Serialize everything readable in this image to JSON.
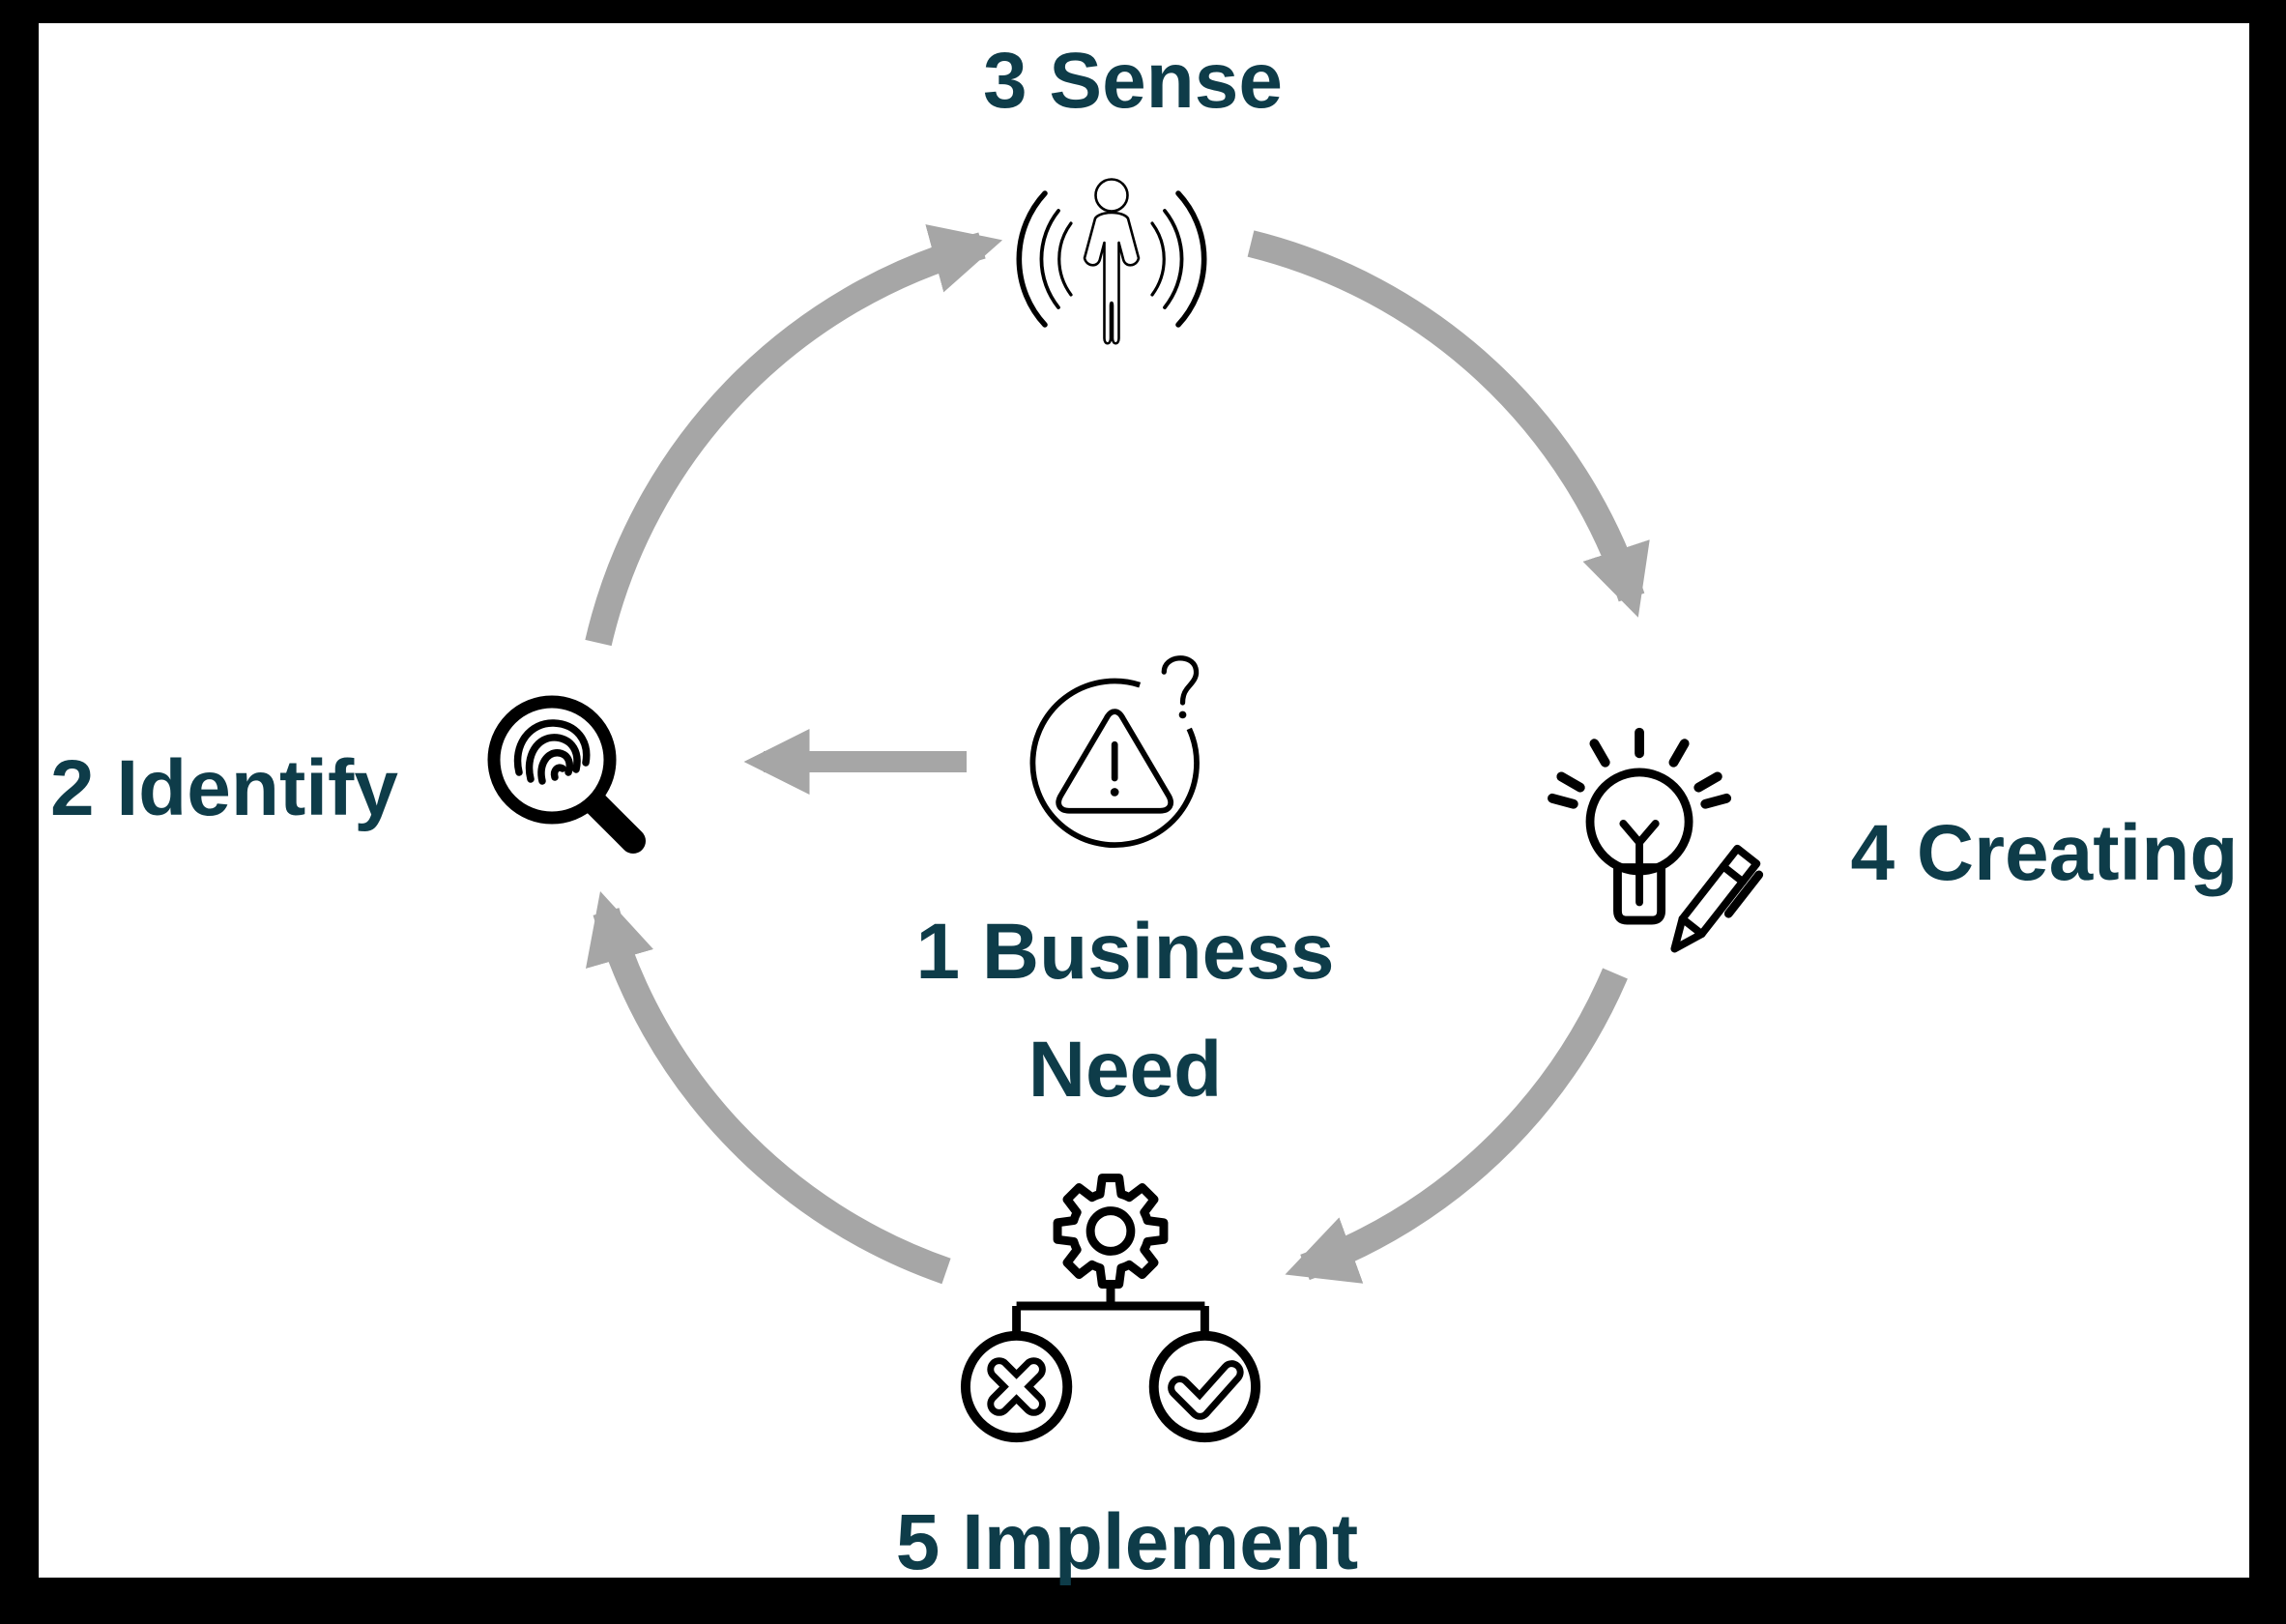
{
  "diagram": {
    "type": "cycle-process",
    "steps": [
      {
        "num": "1",
        "label": "1 Business Need",
        "lines": [
          "1 Business",
          "Need"
        ],
        "icon": "alert-circle-question",
        "position": "center"
      },
      {
        "num": "2",
        "label": "2 Identify",
        "icon": "magnifier-fingerprint",
        "position": "left"
      },
      {
        "num": "3",
        "label": "3 Sense",
        "icon": "person-sensing-waves",
        "position": "top"
      },
      {
        "num": "4",
        "label": "4 Creating",
        "icon": "lightbulb-pencil",
        "position": "right"
      },
      {
        "num": "5",
        "label": "5 Implement",
        "icon": "gear-decision-check-x",
        "position": "bottom"
      }
    ],
    "connections": [
      {
        "from": "2 Identify",
        "to": "3 Sense",
        "style": "curved-gray-arrow"
      },
      {
        "from": "3 Sense",
        "to": "4 Creating",
        "style": "curved-gray-arrow"
      },
      {
        "from": "4 Creating",
        "to": "5 Implement",
        "style": "curved-gray-arrow"
      },
      {
        "from": "5 Implement",
        "to": "2 Identify",
        "style": "curved-gray-arrow"
      },
      {
        "from": "1 Business Need",
        "to": "2 Identify",
        "style": "straight-gray-arrow"
      }
    ],
    "colors": {
      "label_text": "#0e3c49",
      "arrow_gray": "#a6a6a6",
      "icon_line": "#000000",
      "background": "#ffffff",
      "frame": "#000000"
    }
  }
}
